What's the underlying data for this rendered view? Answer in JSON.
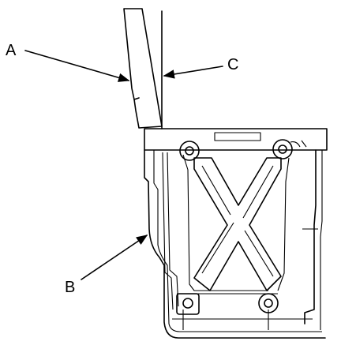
{
  "callouts": {
    "a": "A",
    "b": "B",
    "c": "C"
  },
  "colors": {
    "ink": "#000000",
    "background": "#ffffff"
  }
}
